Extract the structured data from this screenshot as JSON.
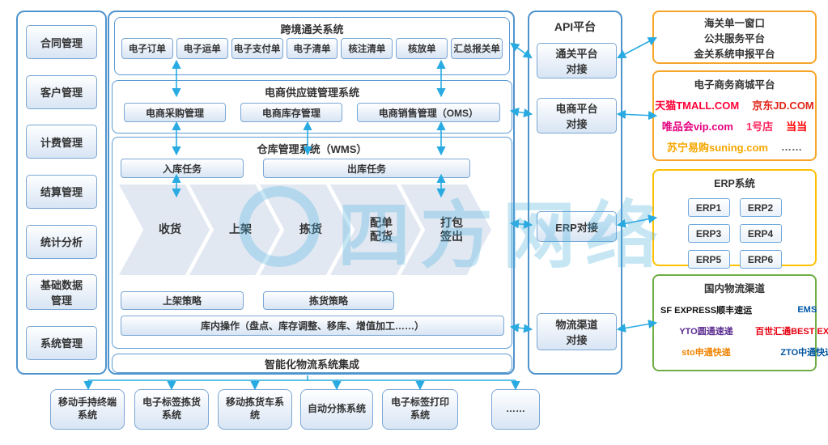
{
  "watermark": "四方网络",
  "colors": {
    "arrow": "#29abe2",
    "blue_border": "#4f94cd",
    "orange": "#f7a52a",
    "yellow": "#ffc000",
    "green": "#6fae46",
    "watermark": "#45aede"
  },
  "sidebar": {
    "items": [
      "合同管理",
      "客户管理",
      "计费管理",
      "结算管理",
      "统计分析",
      "基础数据管理",
      "系统管理"
    ]
  },
  "main": {
    "customs": {
      "title": "跨境通关系统",
      "docs": [
        "电子订单",
        "电子运单",
        "电子支付单",
        "电子清单",
        "核注清单",
        "核放单",
        "汇总报关单"
      ]
    },
    "scm": {
      "title": "电商供应链管理系统",
      "modules": [
        "电商采购管理",
        "电商库存管理",
        "电商销售管理（OMS）"
      ]
    },
    "wms": {
      "title": "仓库管理系统（WMS）",
      "inbound": "入库任务",
      "outbound": "出库任务",
      "flow": [
        "收货",
        "上架",
        "拣货",
        "配单配货",
        "打包签出"
      ],
      "shelving": "上架策略",
      "picking": "拣货策略",
      "operations": "库内操作（盘点、库存调整、移库、增值加工……）"
    },
    "integration": "智能化物流系统集成"
  },
  "bottom_systems": [
    "移动手持终端系统",
    "电子标签拣货系统",
    "移动拣货车系统",
    "自动分拣系统",
    "电子标签打印系统",
    "……"
  ],
  "api": {
    "title": "API平台",
    "items": [
      "通关平台对接",
      "电商平台对接",
      "ERP对接",
      "物流渠道对接"
    ]
  },
  "right": {
    "customs_platforms": {
      "lines": [
        "海关单一窗口",
        "公共服务平台",
        "金关系统申报平台"
      ]
    },
    "ecommerce": {
      "title": "电子商务商城平台",
      "logos": [
        {
          "text": "天猫TMALL.COM",
          "color": "#ff0036"
        },
        {
          "text": "京东JD.COM",
          "color": "#e1251b"
        },
        {
          "text": "唯品会vip.com",
          "color": "#e4007f"
        },
        {
          "text": "1号店",
          "color": "#ff2a61"
        },
        {
          "text": "当当",
          "color": "#ff0000"
        },
        {
          "text": "苏宁易购suning.com",
          "color": "#f6a700"
        },
        {
          "text": "……",
          "color": "#555555"
        }
      ]
    },
    "erp": {
      "title": "ERP系统",
      "items": [
        "ERP1",
        "ERP2",
        "ERP3",
        "ERP4",
        "ERP5",
        "ERP6"
      ],
      "more": "……"
    },
    "logistics": {
      "title": "国内物流渠道",
      "logos": [
        {
          "text": "SF EXPRESS顺丰速运",
          "color": "#111111"
        },
        {
          "text": "EMS",
          "color": "#0057a7"
        },
        {
          "text": "YTO圆通速递",
          "color": "#5c2d91"
        },
        {
          "text": "百世汇通BEST EXPRESS",
          "color": "#e60012"
        },
        {
          "text": "sto申通快递",
          "color": "#f08300"
        },
        {
          "text": "ZTO中通快递",
          "color": "#00549f"
        }
      ]
    }
  }
}
